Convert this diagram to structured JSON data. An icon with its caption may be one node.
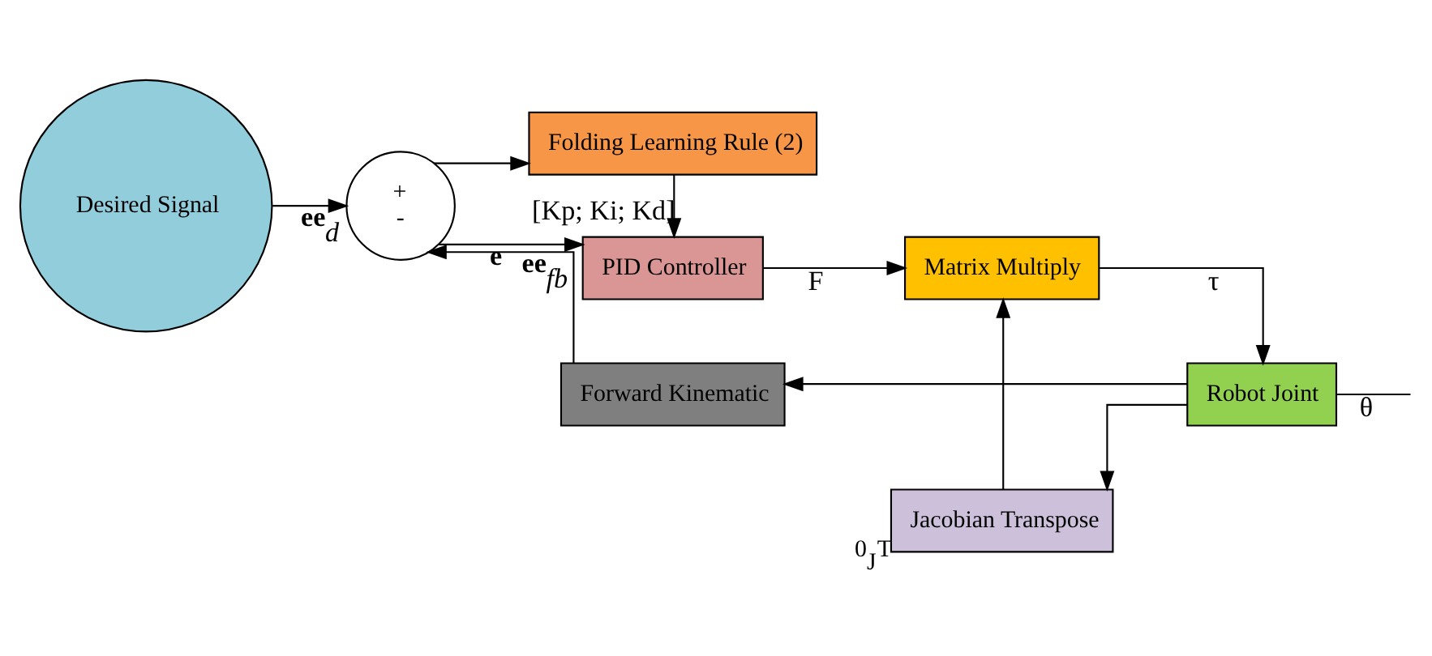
{
  "diagram": {
    "nodes": [
      {
        "text": [
          "Desired Signal"
        ]
      },
      {
        "text": [
          "+",
          "-"
        ]
      },
      {
        "text": [
          "Folding Learning Rule (2)"
        ]
      },
      {
        "text": [
          "PID Controller"
        ]
      },
      {
        "text": [
          "Matrix Multiply"
        ]
      },
      {
        "text": [
          "Robot Joint"
        ]
      },
      {
        "text": [
          "Jacobian Transpose"
        ],
        "beside": [
          "$^{0}$J$^{T}$"
        ]
      },
      {
        "text": [
          "Forward Kinematic"
        ]
      }
    ],
    "edges": [
      {
        "from": 0,
        "to": 1,
        "arrow": "to",
        "label": "**ee**$_{d}$"
      },
      {
        "from": 1,
        "to": 3,
        "arrow": "to",
        "label": "**e**"
      },
      {
        "from": 1,
        "to": 2,
        "arrow": "to"
      },
      {
        "from": 2,
        "to": 3,
        "arrow": "to",
        "label": "[Kp; Ki; Kd]"
      },
      {
        "from": 3,
        "to": 4,
        "arrow": "to",
        "label": "F"
      },
      {
        "from": 4,
        "to": 5,
        "arrow": "to",
        "label": "τ"
      },
      {
        "from": 5,
        "to": null,
        "arrow": "none",
        "label": "θ"
      },
      {
        "from": 5,
        "to": 6,
        "arrow": "to"
      },
      {
        "from": 6,
        "to": 4,
        "arrow": "to"
      },
      {
        "from": 5,
        "to": 7,
        "arrow": "to"
      },
      {
        "from": 7,
        "to": 1,
        "arrow": "to",
        "label": "**ee**$_{fb}$"
      }
    ]
  }
}
